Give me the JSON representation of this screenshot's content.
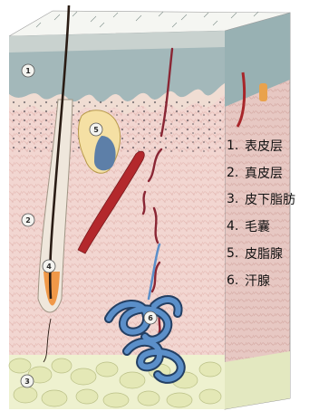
{
  "markers": [
    "1",
    "2",
    "3",
    "4",
    "5",
    "6"
  ],
  "legend": [
    {
      "num": "1.",
      "label": "表皮层"
    },
    {
      "num": "2.",
      "label": "真皮层"
    },
    {
      "num": "3.",
      "label": "皮下脂肪"
    },
    {
      "num": "4.",
      "label": "毛囊"
    },
    {
      "num": "5.",
      "label": "皮脂腺"
    },
    {
      "num": "6.",
      "label": "汗腺"
    }
  ],
  "colors": {
    "epidermis": "#9fb6b8",
    "dermis": "#f2d7d3",
    "fat": "#e9eec8",
    "sweat_gland": "#3f6fa8",
    "hair": "#2a1c14",
    "muscle": "#b3282c"
  }
}
